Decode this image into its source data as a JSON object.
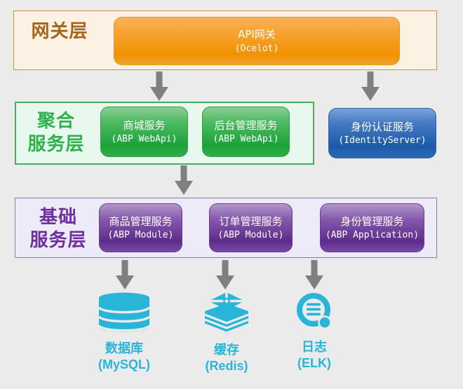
{
  "diagram": {
    "layers": {
      "gateway": {
        "label": "网关层",
        "node": {
          "title": "API网关",
          "subtitle": "(Ocelot)"
        }
      },
      "aggregation": {
        "label_line1": "聚合",
        "label_line2": "服务层",
        "nodes": [
          {
            "title": "商城服务",
            "subtitle": "(ABP WebApi)"
          },
          {
            "title": "后台管理服务",
            "subtitle": "(ABP WebApi)"
          }
        ]
      },
      "identity": {
        "title": "身份认证服务",
        "subtitle": "(IdentityServer)"
      },
      "base": {
        "label_line1": "基础",
        "label_line2": "服务层",
        "nodes": [
          {
            "title": "商品管理服务",
            "subtitle": "(ABP Module)"
          },
          {
            "title": "订单管理服务",
            "subtitle": "(ABP Module)"
          },
          {
            "title": "身份管理服务",
            "subtitle": "(ABP Application)"
          }
        ]
      },
      "infrastructure": {
        "items": [
          {
            "icon": "database-icon",
            "title": "数据库",
            "subtitle": "(MySQL)"
          },
          {
            "icon": "cache-icon",
            "title": "缓存",
            "subtitle": "(Redis)"
          },
          {
            "icon": "log-icon",
            "title": "日志",
            "subtitle": "(ELK)"
          }
        ]
      }
    },
    "colors": {
      "page_bg": "#ebebeb",
      "arrow": "#7e7f7f",
      "infra_cyan": "#29b5d8",
      "gateway_label": "#a5661c",
      "gateway_panel_bg": "#fcf2e4",
      "gateway_panel_border": "#c99145",
      "gateway_node_top": "#f9b257",
      "gateway_node_bottom": "#f09200",
      "aggregation_label": "#2db24c",
      "aggregation_panel_bg": "#e9f8ef",
      "aggregation_panel_border": "#43ae5c",
      "green_node_top": "#8ccf96",
      "green_node_bottom": "#1aa238",
      "blue_node_top": "#7ba3dc",
      "blue_node_bottom": "#1a5aa8",
      "base_label": "#6f2f9f",
      "base_panel_bg": "#edebf8",
      "base_panel_border": "#8877b0",
      "purple_node_top": "#b197cc",
      "purple_node_bottom": "#5d2c8c"
    }
  }
}
